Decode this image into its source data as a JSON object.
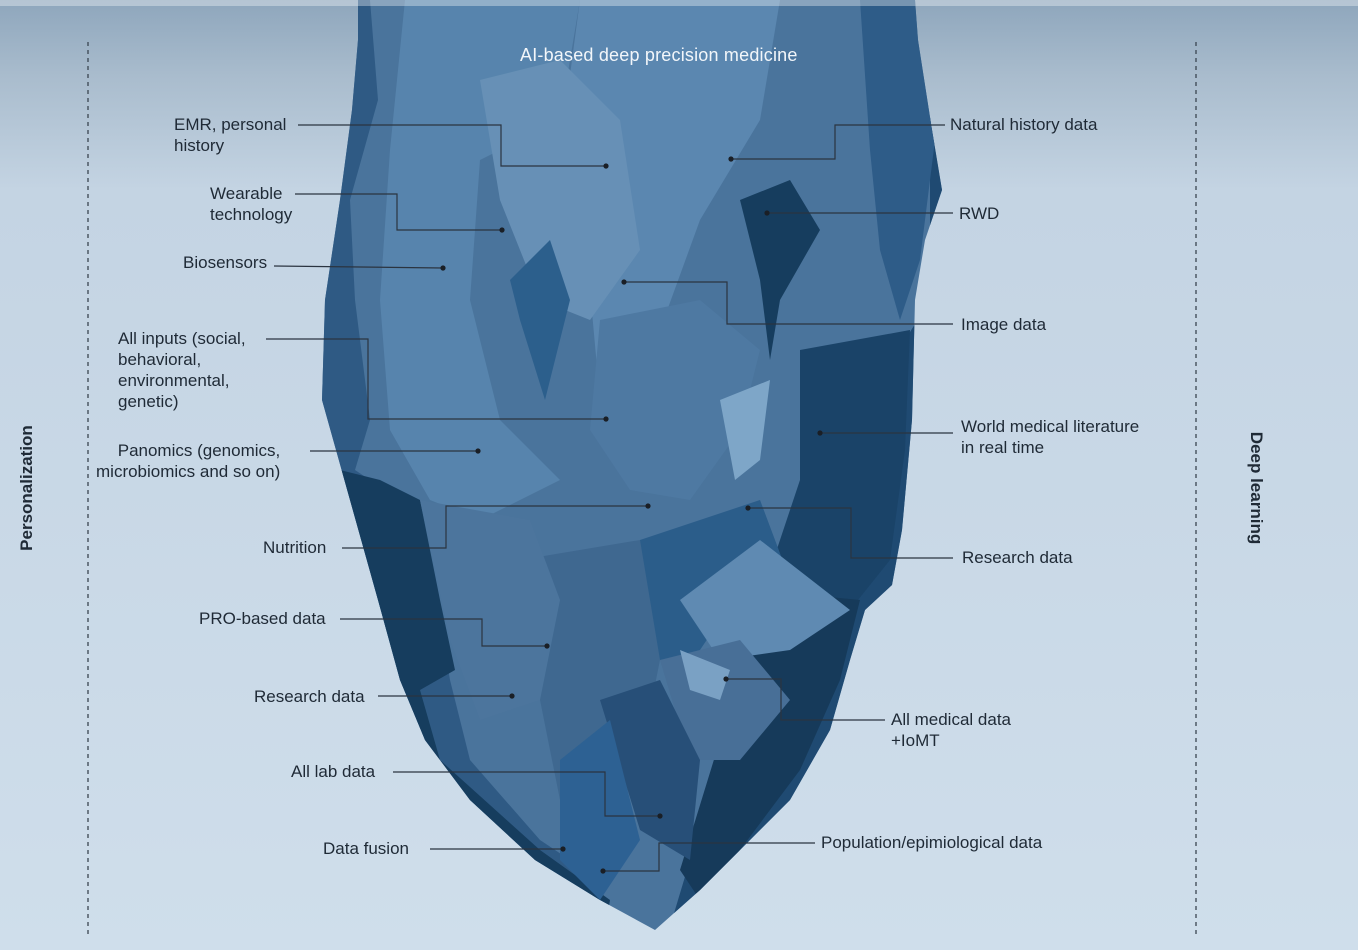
{
  "title": "AI-based deep precision medicine",
  "left_axis": "Personalization",
  "right_axis": "Deep learning",
  "left_labels": {
    "emr": "EMR, personal\nhistory",
    "wearable": "Wearable\ntechnology",
    "biosensors": "Biosensors",
    "all_inputs": "All inputs (social,\nbehavioral,\nenvironmental,\ngenetic)",
    "panomics": "Panomics (genomics,\nmicrobiomics and so on)",
    "nutrition": "Nutrition",
    "pro": "PRO-based data",
    "research": "Research data",
    "lab": "All lab data",
    "fusion": "Data fusion"
  },
  "right_labels": {
    "natural": "Natural history data",
    "rwd": "RWD",
    "image": "Image data",
    "literature": "World medical literature\nin real time",
    "research": "Research data",
    "medical": "All medical data\n+IoMT",
    "population": "Population/epimiological data"
  },
  "colors": {
    "background": "#cddcea",
    "sea_top": "#8fa7bd",
    "ice_light": "#5a84ab",
    "ice_mid": "#41688f",
    "ice_dark": "#163d5e",
    "text": "#1f2a36",
    "leader": "#2b3440"
  }
}
